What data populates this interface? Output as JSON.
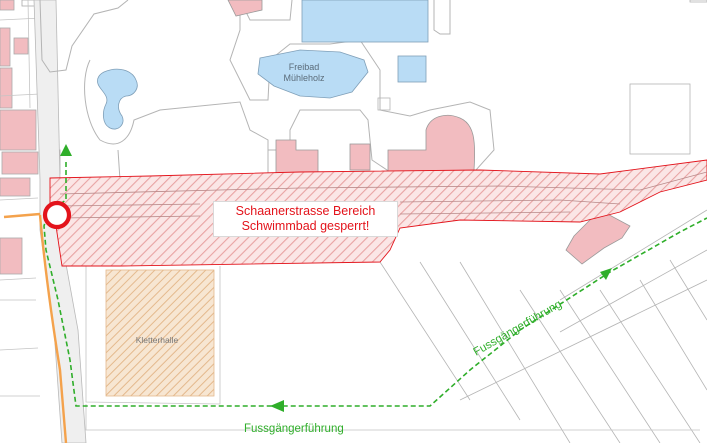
{
  "map": {
    "labels": {
      "pool": [
        "Freibad",
        "Mühleholz"
      ],
      "climbing_hall": "Kletterhalle",
      "pedestrian_route_diagonal": "Fussgängerführung",
      "pedestrian_route_bottom": "Fussgängerführung"
    },
    "closure_notice": {
      "line1": "Schaanerstrasse Bereich",
      "line2": "Schwimmbad gesperrt!"
    },
    "colors": {
      "closure": "#e3131b",
      "closure_hatch": "#e8a3a3",
      "pedestrian_route": "#2fae2a",
      "water": "#b9dcf5",
      "buildings": "#f2bcc0",
      "climbing_hall": "#e4b98d",
      "road_orange": "#f4a24c"
    },
    "icons": {
      "closure_marker": "closed-road-circle",
      "route_arrows": "green-arrow"
    }
  }
}
